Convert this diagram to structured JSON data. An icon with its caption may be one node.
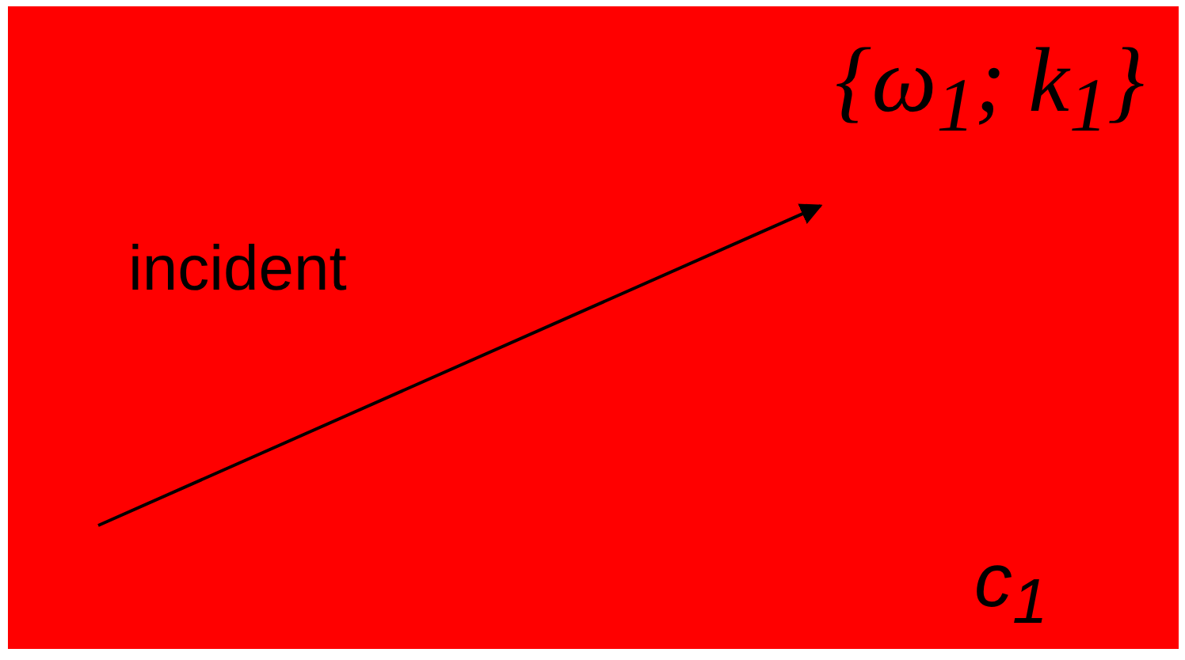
{
  "diagram": {
    "nodes": [
      {
        "text": [
          "c$_{1}$"
        ]
      }
    ],
    "labels": [
      "{ω$_{1}$; k$_{1}$}",
      "incident"
    ]
  }
}
